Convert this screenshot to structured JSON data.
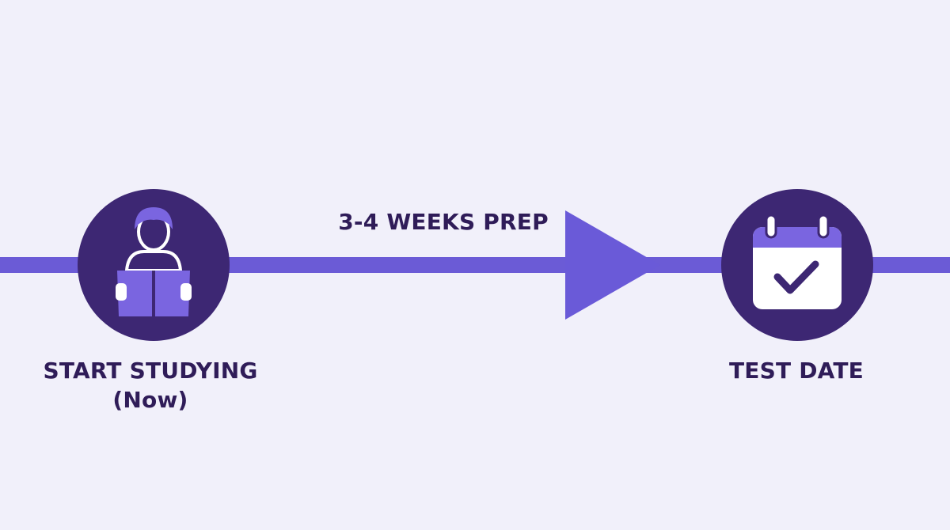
{
  "colors": {
    "background": "#f1f0fa",
    "line": "#6b5bd6",
    "arrow": "#6a5ad8",
    "node": "#3d2773",
    "icon_light": "#7a65e0",
    "icon_white": "#ffffff",
    "text": "#2f1c58"
  },
  "timeline": {
    "connector_label": "3-4 WEEKS PREP",
    "start": {
      "icon": "student-reading-book-icon",
      "label_line1": "START STUDYING",
      "label_line2": "(Now)"
    },
    "end": {
      "icon": "calendar-check-icon",
      "label": "TEST DATE"
    }
  }
}
